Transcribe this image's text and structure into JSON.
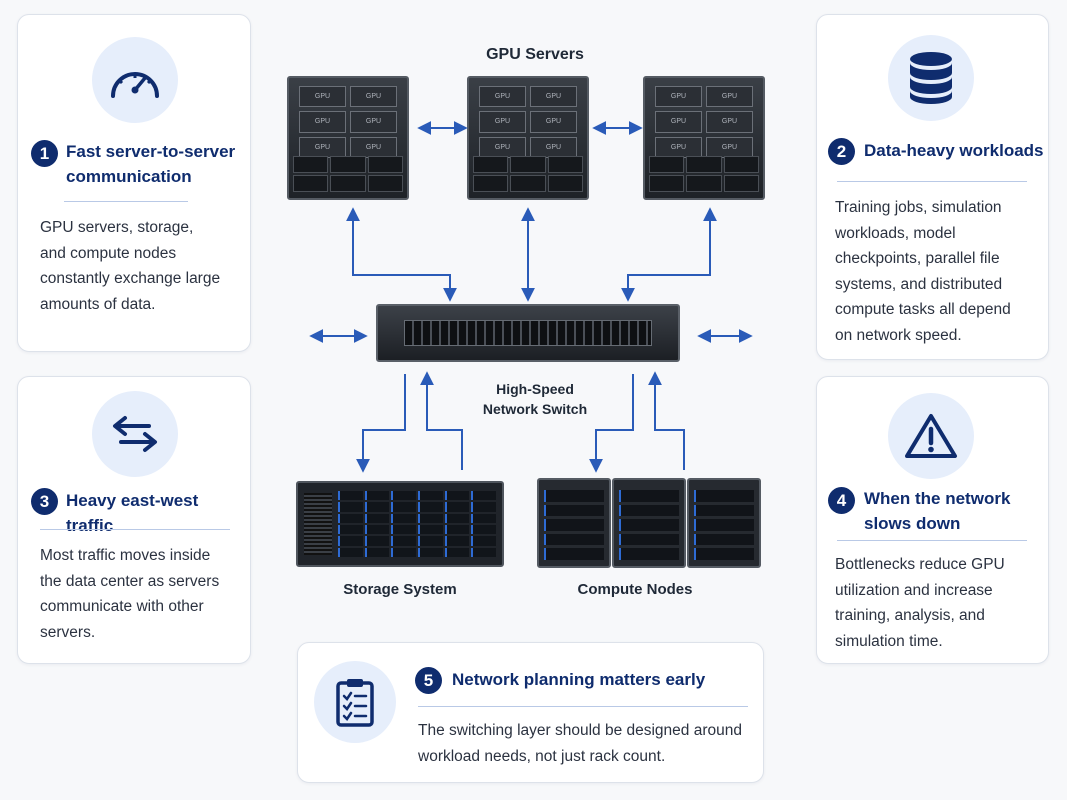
{
  "diagram": {
    "gpu_servers_label": "GPU Servers",
    "gpu_chip_label": "GPU",
    "switch_label_line1": "High-Speed",
    "switch_label_line2": "Network Switch",
    "storage_label": "Storage System",
    "compute_label": "Compute Nodes",
    "arrow_color": "#2a5bb8"
  },
  "cards": {
    "fast": {
      "number": "1",
      "title_line1": "Fast server-to-server",
      "title_line2": "communication",
      "body_lines": [
        "GPU servers, storage,",
        "and compute nodes",
        "constantly exchange large",
        "amounts of data."
      ],
      "icon": "speedometer-icon"
    },
    "data": {
      "number": "2",
      "title": "Data-heavy workloads",
      "body_lines": [
        "Training jobs, simulation",
        "workloads, model",
        "checkpoints, parallel file",
        "systems, and distributed",
        "compute tasks all depend",
        "on network speed."
      ],
      "icon": "database-icon"
    },
    "traffic": {
      "number": "3",
      "title": "Heavy east-west traffic",
      "body_lines": [
        "Most traffic moves inside",
        "the data center as servers",
        "communicate with other",
        "servers."
      ],
      "icon": "bidirectional-arrows-icon"
    },
    "slow": {
      "number": "4",
      "title_line1": "When the network",
      "title_line2": "slows down",
      "body_lines": [
        "Bottlenecks reduce GPU",
        "utilization and increase",
        "training, analysis, and",
        "simulation time."
      ],
      "icon": "warning-icon"
    },
    "planning": {
      "number": "5",
      "title": "Network planning matters early",
      "body_lines": [
        "The switching layer should be designed around",
        "workload needs, not just rack count."
      ],
      "icon": "clipboard-checklist-icon"
    }
  },
  "colors": {
    "navy": "#0f2c6e",
    "accent_blue": "#2a5bb8",
    "icon_bg": "#e6eefb"
  }
}
